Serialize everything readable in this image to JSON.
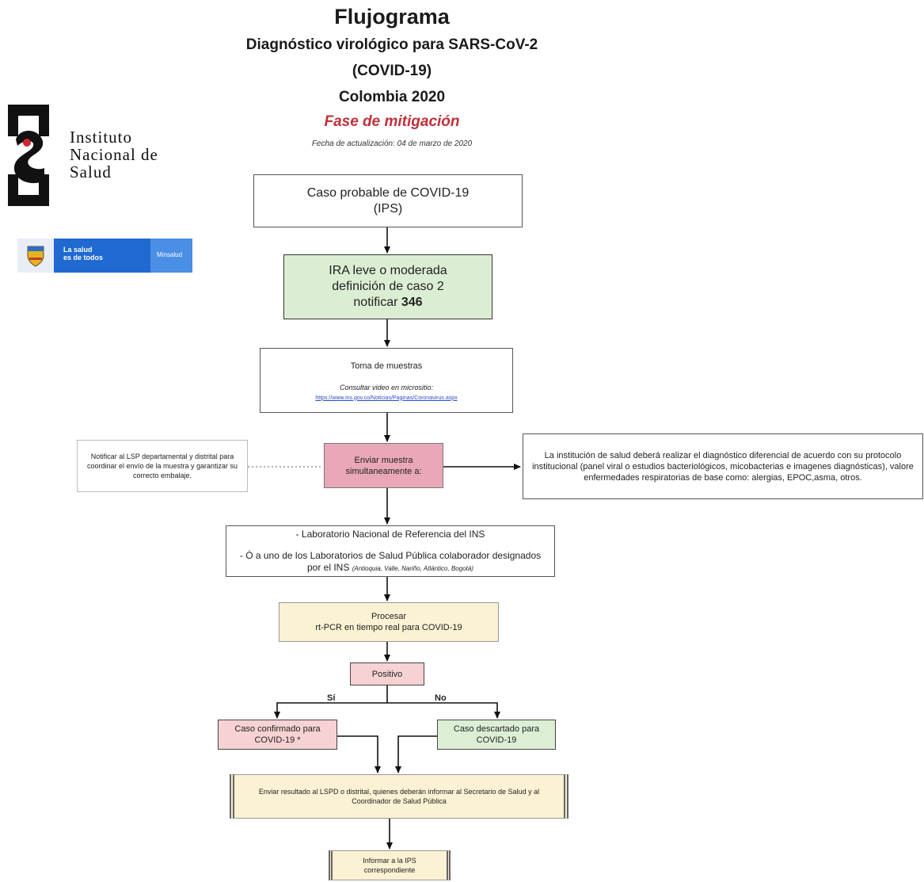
{
  "header": {
    "title": "Flujograma",
    "subtitle_1": "Diagnóstico virológico para SARS-CoV-2",
    "subtitle_2": "(COVID-19)",
    "subtitle_3": "Colombia 2020",
    "phase": "Fase de mitigación",
    "update_date": "Fecha de actualización: 04 de marzo de 2020"
  },
  "logos": {
    "ins": {
      "line1": "Instituto",
      "line2": "Nacional de",
      "line3": "Salud"
    },
    "gov": {
      "slogan_1": "La salud",
      "slogan_2": "es de todos",
      "ministry": "Minsalud"
    }
  },
  "flow": {
    "step1": {
      "line1": "Caso probable de COVID-19",
      "line2": "(IPS)"
    },
    "step2": {
      "line1": "IRA leve o moderada",
      "line2": "definición de caso 2",
      "line3_prefix": "notificar ",
      "line3_bold": "346"
    },
    "step3": {
      "title": "Toma de muestras",
      "note": "Consultar video en micrositio:",
      "link": "https://www.ins.gov.co/Noticias/Paginas/Coronavirus.aspx"
    },
    "step4": {
      "text": "Enviar muestra simultaneamente a:"
    },
    "side_left": {
      "text": "Notificar al LSP departamental y distrital para coordinar el envío de la muestra y garantizar su correcto embalaje."
    },
    "side_right": {
      "text": "La institución de salud deberá realizar el diagnóstico diferencial de acuerdo con su protocolo institucional (panel viral o estudios bacteriológicos, micobacterias e imagenes diagnósticas), valore enfermedades respiratorias de base como: alergias, EPOC,asma, otros."
    },
    "step5": {
      "line1": "- Laboratorio Nacional de Referencia del INS",
      "line2": "- Ó a uno de los Laboratorios de Salud Pública colaborador designados por el INS",
      "line2_small": "(Antioquia, Valle, Nariño, Atlántico, Bogotá)"
    },
    "step6": {
      "line1": "Procesar",
      "line2": "rt-PCR en tiempo real para COVID-19"
    },
    "step7": {
      "text": "Positivo"
    },
    "branch_yes": "Sí",
    "branch_no": "No",
    "confirmed": {
      "text": "Caso confirmado para COVID-19 *"
    },
    "discarded": {
      "text": "Caso descartado para COVID-19"
    },
    "step8": {
      "text": "Enviar resultado al LSPD o distrital, quienes deberán informar al Secretario de Salud y al Coordinador de Salud Pública"
    },
    "step9": {
      "text": "Informar a la IPS correspondiente"
    }
  }
}
